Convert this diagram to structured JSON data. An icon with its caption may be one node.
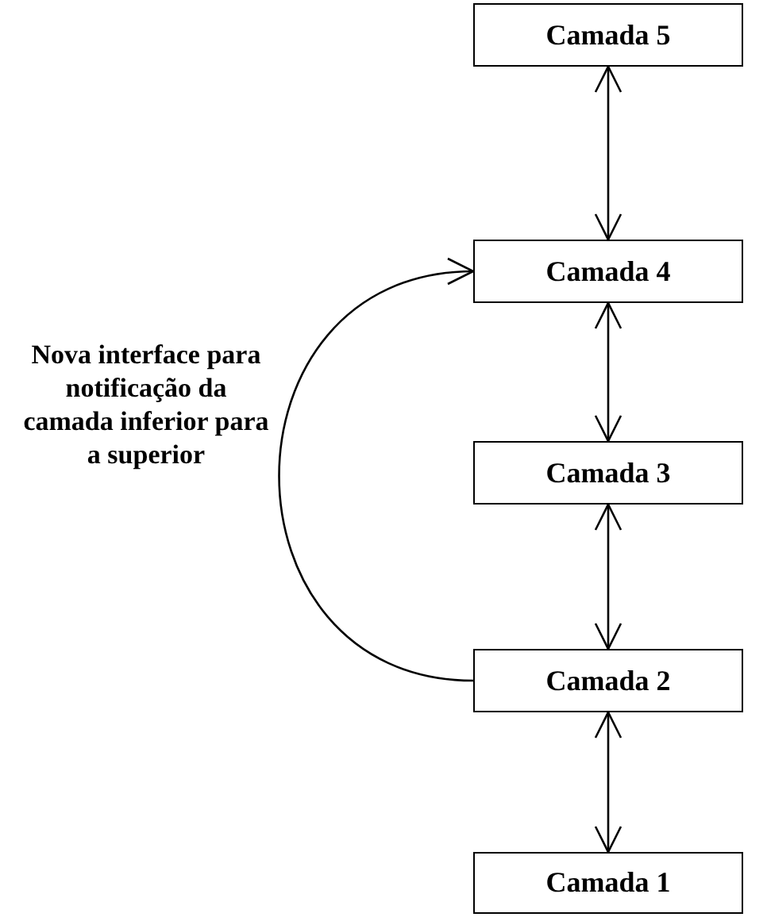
{
  "diagram": {
    "nodes": [
      {
        "text": [
          "Camada 5"
        ]
      },
      {
        "text": [
          "Camada 4"
        ]
      },
      {
        "text": [
          "Camada 3"
        ]
      },
      {
        "text": [
          "Camada 2"
        ]
      },
      {
        "text": [
          "Camada 1"
        ]
      }
    ],
    "edges": [
      {
        "from": 0,
        "to": 1,
        "arrow": "both"
      },
      {
        "from": 1,
        "to": 2,
        "arrow": "both"
      },
      {
        "from": 2,
        "to": 3,
        "arrow": "both"
      },
      {
        "from": 3,
        "to": 4,
        "arrow": "both"
      },
      {
        "from": 3,
        "to": 1,
        "arrow": "to",
        "label": "Nova interface para notificação da camada inferior para a superior"
      }
    ]
  }
}
